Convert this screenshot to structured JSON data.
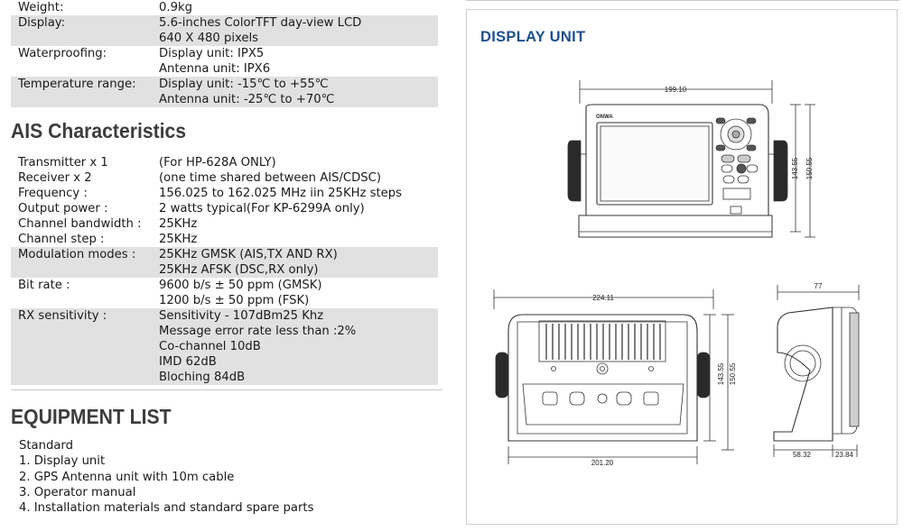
{
  "general_specs": [
    {
      "label": "Weight:",
      "values": [
        "0.9kg"
      ],
      "shaded": false
    },
    {
      "label": "Display:",
      "values": [
        "5.6-inches ColorTFT day-view LCD",
        "640 X 480 pixels"
      ],
      "shaded": true
    },
    {
      "label": "Waterproofing:",
      "values": [
        "Display unit: IPX5",
        "Antenna unit: IPX6"
      ],
      "shaded": false
    },
    {
      "label": "Temperature range:",
      "values": [
        "Display unit: -15℃ to +55℃",
        "Antenna unit: -25℃ to +70℃"
      ],
      "shaded": true
    }
  ],
  "ais": {
    "heading": "AIS Characteristics",
    "rows": [
      {
        "label": "Transmitter x 1",
        "values": [
          "(For HP-628A ONLY)"
        ],
        "shaded": false
      },
      {
        "label": "Receiver x 2",
        "values": [
          "(one time shared between AIS/CDSC)"
        ],
        "shaded": false
      },
      {
        "label": "Frequency :",
        "values": [
          "156.025 to 162.025 MHz iin 25KHz steps"
        ],
        "shaded": false
      },
      {
        "label": "Output power :",
        "values": [
          "2 watts typical(For KP-6299A only)"
        ],
        "shaded": false
      },
      {
        "label": "Channel bandwidth :",
        "values": [
          "25KHz"
        ],
        "shaded": false
      },
      {
        "label": "Channel step :",
        "values": [
          "25KHz"
        ],
        "shaded": false
      },
      {
        "label": "Modulation modes :",
        "values": [
          "25KHz GMSK (AIS,TX AND RX)",
          "25KHz AFSK (DSC,RX only)"
        ],
        "shaded": true
      },
      {
        "label": "Bit rate :",
        "values": [
          "9600 b/s ± 50 ppm (GMSK)",
          "1200 b/s ± 50 ppm (FSK)"
        ],
        "shaded": false
      },
      {
        "label": "RX sensitivity :",
        "values": [
          "Sensitivity - 107dBm25 Khz",
          "Message error rate less than :2%",
          "Co-channel 10dB",
          "IMD 62dB",
          "Bloching 84dB"
        ],
        "shaded": true
      }
    ]
  },
  "equipment": {
    "heading": "EQUIPMENT LIST",
    "items": [
      "Standard",
      "1. Display unit",
      "2. GPS Antenna unit with 10m cable",
      "3. Operator manual",
      "4. Installation materials and standard spare parts"
    ]
  },
  "display_unit": {
    "title": "DISPLAY UNIT",
    "brand": "ONWA",
    "dims": {
      "front_width": "199.10",
      "front_h1": "143.55",
      "front_h2": "150.55",
      "rear_width_top": "224.11",
      "rear_width_bottom": "201.20",
      "rear_h1": "143.55",
      "rear_h2": "150.55",
      "side_width": "77",
      "side_bottom_1": "58.32",
      "side_bottom_2": "23.84"
    }
  }
}
